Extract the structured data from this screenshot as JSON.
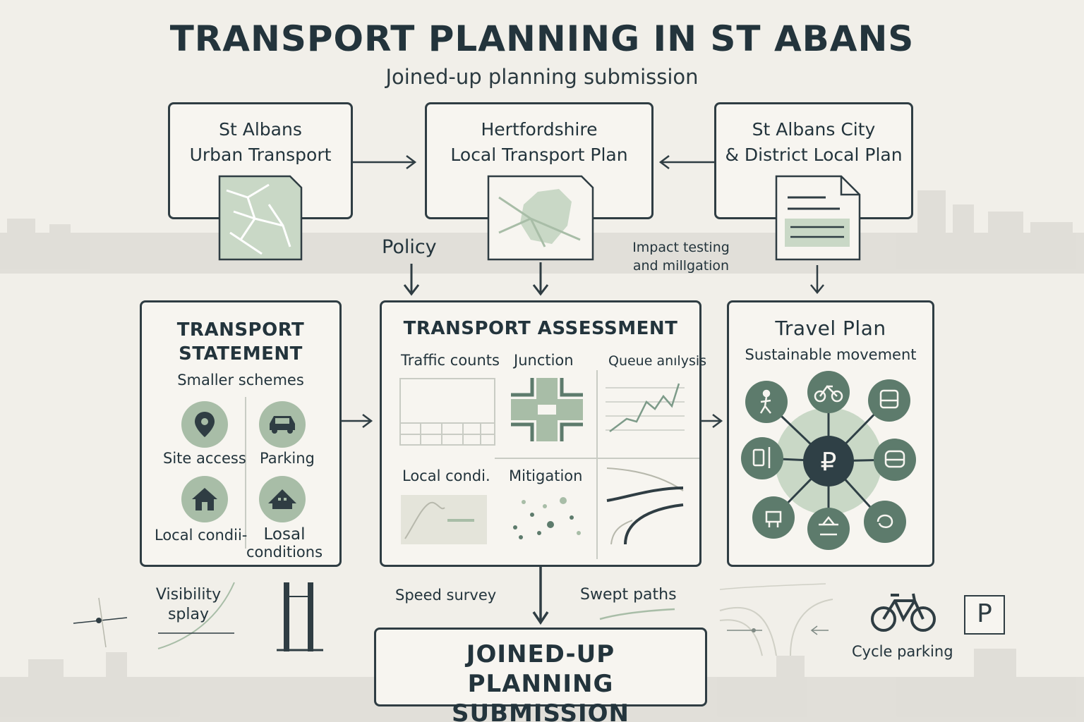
{
  "header": {
    "title": "TRANSPORT PLANNING IN ST ABANS",
    "subtitle": "Joined-up planning submission"
  },
  "sources": [
    {
      "line1": "St Albans",
      "line2": "Urban Transport",
      "icon": "street-map-icon"
    },
    {
      "line1": "Hertfordshire",
      "line2": "Local Transport Plan",
      "icon": "county-map-icon"
    },
    {
      "line1": "St Albans City",
      "line2": "& District Local Plan",
      "icon": "document-icon"
    }
  ],
  "flow_labels": {
    "policy": "Policy",
    "impact_line1": "Impact testing",
    "impact_line2": "and millgation"
  },
  "transport_statement": {
    "title_line1": "TRANSPORT",
    "title_line2": "STATEMENT",
    "subtitle": "Smaller schemes",
    "items": [
      {
        "label": "Site access",
        "icon": "location-pin-icon"
      },
      {
        "label": "Parking",
        "icon": "car-icon"
      },
      {
        "label": "Local condii-",
        "icon": "house-icon"
      },
      {
        "label_line1": "Losal",
        "label_line2": "conditions",
        "icon": "house-icon"
      }
    ]
  },
  "transport_assessment": {
    "title": "TRANSPORT ASSESSMENT",
    "panels": [
      {
        "label": "Traffic counts",
        "icon": "count-grid-icon"
      },
      {
        "label": "Junction",
        "icon": "junction-icon"
      },
      {
        "label": "Queue anılysis",
        "icon": "line-graph-icon"
      },
      {
        "label": "Local condi.",
        "icon": "local-map-icon"
      },
      {
        "label": "Mitigation",
        "icon": "scatter-dots-icon"
      },
      {
        "label": "",
        "icon": "curve-lines-icon"
      }
    ]
  },
  "travel_plan": {
    "title": "Travel Plan",
    "subtitle": "Sustainable movement",
    "hub": {
      "symbol": "₽",
      "icon": "parking-hub-icon"
    },
    "modes": [
      {
        "icon": "walking-icon"
      },
      {
        "icon": "bicycle-icon"
      },
      {
        "icon": "bus-icon"
      },
      {
        "icon": "train-icon"
      },
      {
        "icon": "taxi-icon"
      },
      {
        "icon": "bus-stop-icon"
      },
      {
        "icon": "seat-icon"
      },
      {
        "icon": "scooter-icon"
      }
    ]
  },
  "bottom": {
    "visibility_line1": "Visibility",
    "visibility_line2": "splay",
    "speed_survey": "Speed survey",
    "swept_paths": "Swept paths",
    "cycle_parking": "Cycle parking",
    "parking_sign": "P"
  },
  "final": {
    "line1": "JOINED-UP",
    "line2": "PLANNING SUBMISSION"
  },
  "colors": {
    "background": "#f1efe9",
    "outline": "#2f3d43",
    "sage": "#a8bda7",
    "sage_light": "#c9d8c6",
    "teal_dark": "#5d7b6c",
    "hub": "#2f4046"
  }
}
